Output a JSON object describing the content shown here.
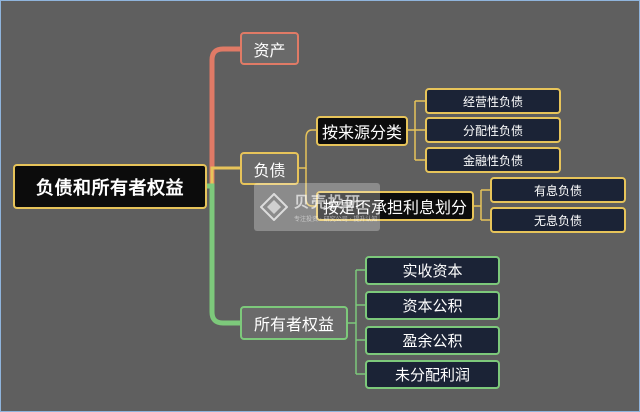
{
  "mindmap": {
    "root": "负债和所有者权益",
    "assets": "资产",
    "liabilities": {
      "label": "负债",
      "by_source": {
        "label": "按来源分类",
        "items": [
          "经营性负债",
          "分配性负债",
          "金融性负债"
        ]
      },
      "by_interest": {
        "label": "按是否承担利息划分",
        "items": [
          "有息负债",
          "无息负债"
        ]
      }
    },
    "equity": {
      "label": "所有者权益",
      "items": [
        "实收资本",
        "资本公积",
        "盈余公积",
        "未分配利润"
      ]
    }
  },
  "watermark": {
    "name": "贝壳投研",
    "slogan": "专注投资 · 研究公司 · 提升认知"
  },
  "colors": {
    "background": "#5f5f5f",
    "branch_assets": "#e07a66",
    "branch_liabilities": "#e7c45a",
    "branch_equity": "#7dc97b",
    "root_fill": "#0c0c0c",
    "leaf_fill": "#1b2336"
  }
}
